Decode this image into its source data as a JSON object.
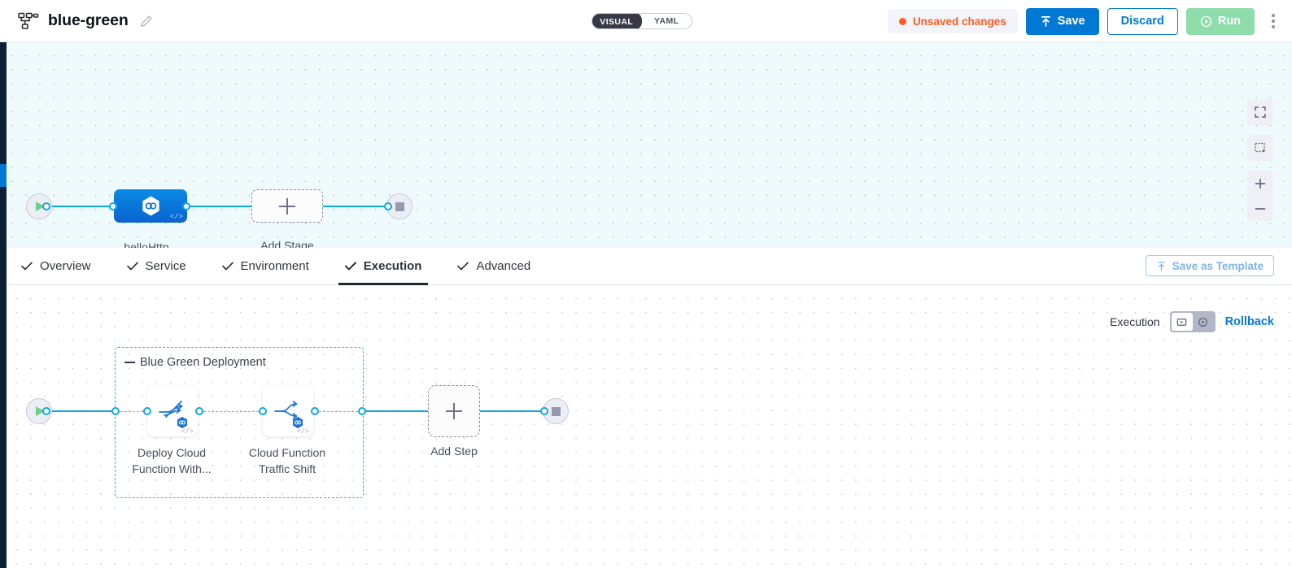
{
  "header": {
    "pipeline_icon": "pipeline-nodes-icon",
    "title": "blue-green",
    "edit_icon": "pencil-icon",
    "mode_toggle": {
      "options": [
        {
          "label": "VISUAL",
          "selected": true
        },
        {
          "label": "YAML",
          "selected": false
        }
      ]
    },
    "unsaved_changes": "Unsaved changes",
    "unsaved_color": "#ff5c1f",
    "save_label": "Save",
    "save_icon": "upload-arrow-icon",
    "discard_label": "Discard",
    "run_label": "Run",
    "run_icon": "play-circle-icon",
    "menu_icon": "kebab-menu-icon"
  },
  "canvas_top": {
    "start_node": {
      "icon": "play-icon",
      "name": "start-node"
    },
    "end_node": {
      "icon": "stop-square-icon",
      "name": "end-node"
    },
    "stage": {
      "label": "helloHttp",
      "icon": "harness-hexagon-icon",
      "code_badge": "</>"
    },
    "add_stage": {
      "label": "Add Stage",
      "icon": "plus-icon"
    },
    "controls": [
      {
        "name": "fullscreen-icon",
        "label": "Fullscreen"
      },
      {
        "name": "fit-to-screen-icon",
        "label": "Fit to screen"
      },
      {
        "name": "zoom-in-icon",
        "label": "Zoom in"
      },
      {
        "name": "zoom-out-icon",
        "label": "Zoom out"
      }
    ]
  },
  "tabs": {
    "items": [
      {
        "label": "Overview",
        "checked": true,
        "active": false
      },
      {
        "label": "Service",
        "checked": true,
        "active": false
      },
      {
        "label": "Environment",
        "checked": true,
        "active": false
      },
      {
        "label": "Execution",
        "checked": true,
        "active": true
      },
      {
        "label": "Advanced",
        "checked": true,
        "active": false
      }
    ],
    "save_as_template": "Save as Template",
    "save_as_template_icon": "template-upload-icon"
  },
  "execution_toolbar": {
    "label": "Execution",
    "toggle": [
      {
        "name": "execution-view-icon",
        "selected": true
      },
      {
        "name": "rollback-view-icon",
        "selected": false
      }
    ],
    "rollback_link": "Rollback"
  },
  "canvas_bottom": {
    "start_node": {
      "icon": "play-icon"
    },
    "end_node": {
      "icon": "stop-square-icon"
    },
    "step_group": {
      "title": "Blue Green Deployment",
      "steps": [
        {
          "label": "Deploy Cloud\nFunction With...",
          "icon": "deploy-cloud-function-icon",
          "badge": "harness-hexagon-badge",
          "code_badge": "</>"
        },
        {
          "label": "Cloud Function\nTraffic Shift",
          "icon": "traffic-shift-icon",
          "badge": "harness-hexagon-badge",
          "code_badge": "</>"
        }
      ]
    },
    "add_step": {
      "label": "Add Step",
      "icon": "plus-icon"
    }
  },
  "colors": {
    "accent_blue": "#0278d5",
    "edge_blue": "#0fa5e9",
    "group_border": "#2ab4f0",
    "run_green": "#8eddab",
    "warning_orange": "#ff5c1f",
    "rail_dark": "#0b2136"
  }
}
